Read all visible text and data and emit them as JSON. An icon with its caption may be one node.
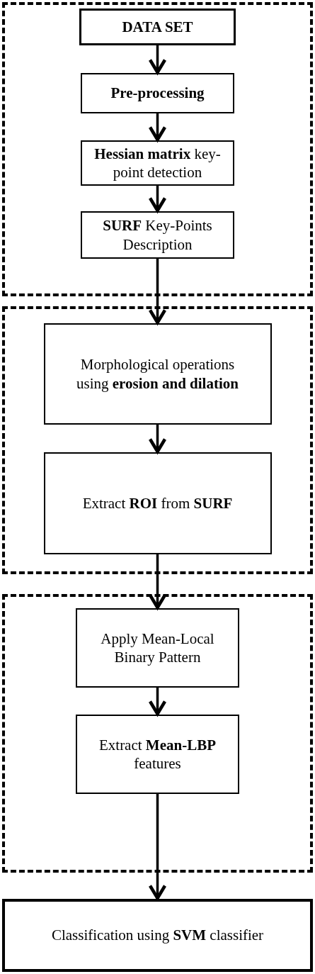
{
  "diagram": {
    "nodes": [
      {
        "text": [],
        "shape": "box"
      },
      {
        "text": [
          "DATA SET"
        ],
        "in": 0
      },
      {
        "text": [
          "Pre-processing"
        ],
        "in": 0
      },
      {
        "text": [
          "**Hessian matrix** key-point detection"
        ],
        "in": 0
      },
      {
        "text": [
          "**SURF** Key-Points Description"
        ],
        "in": 0
      },
      {
        "text": [],
        "shape": "box"
      },
      {
        "text": [
          "Morphological operations using **erosion and dilation**"
        ],
        "in": 5
      },
      {
        "text": [
          "Extract **ROI** from **SURF**"
        ],
        "in": 5
      },
      {
        "text": [],
        "shape": "box"
      },
      {
        "text": [
          "Apply Mean-Local Binary Pattern"
        ],
        "in": 8
      },
      {
        "text": [
          "Extract **Mean-LBP** features"
        ],
        "in": 8
      },
      {
        "text": [
          "Classification using **SVM** classifier"
        ]
      }
    ],
    "edges": [
      {
        "from": 1,
        "to": 2,
        "arrow": "to"
      },
      {
        "from": 2,
        "to": 3,
        "arrow": "to"
      },
      {
        "from": 3,
        "to": 4,
        "arrow": "to"
      },
      {
        "from": 4,
        "to": 6,
        "arrow": "to"
      },
      {
        "from": 6,
        "to": 7,
        "arrow": "to"
      },
      {
        "from": 7,
        "to": 9,
        "arrow": "to"
      },
      {
        "from": 9,
        "to": 10,
        "arrow": "to"
      },
      {
        "from": 10,
        "to": 11,
        "arrow": "to"
      }
    ]
  }
}
